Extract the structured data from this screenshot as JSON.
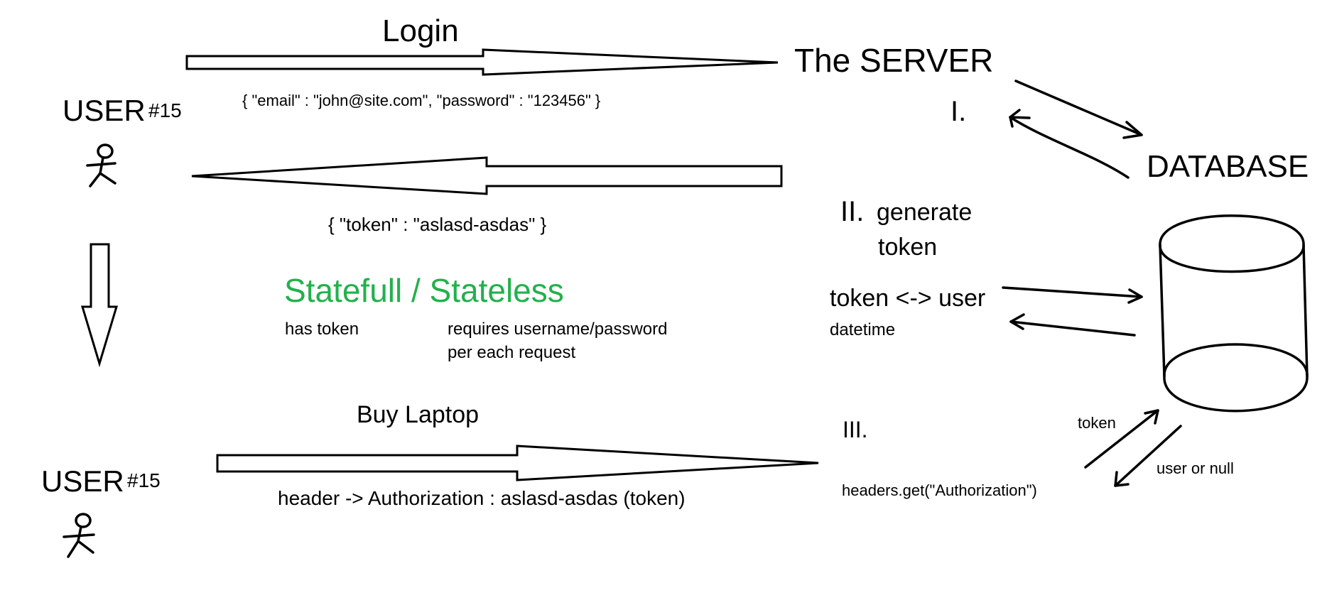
{
  "diagram": {
    "login_label": "Login",
    "server_label": "The SERVER",
    "user_top": {
      "name": "USER",
      "number": "#15"
    },
    "login_payload": "{ \"email\" : \"john@site.com\", \"password\" :  \"123456\" }",
    "token_payload": "{ \"token\" : \"aslasd-asdas\" }",
    "step_1": "I.",
    "database_label": "DATABASE",
    "step_2": "II.",
    "generate_token": [
      "generate",
      "token"
    ],
    "token_user_map": "token <-> user",
    "datetime_label": "datetime",
    "stateful_stateless": "Statefull / Stateless",
    "has_token": "has token",
    "requires_credentials": [
      "requires username/password",
      "per each request"
    ],
    "buy_laptop": "Buy Laptop",
    "step_3": "III.",
    "user_bottom": {
      "name": "USER",
      "number": "#15"
    },
    "auth_header": "header -> Authorization : aslasd-asdas (token)",
    "headers_get": "headers.get(\"Authorization\")",
    "token_small": "token",
    "user_or_null": "user  or null"
  },
  "colors": {
    "ink": "#000000",
    "accent_green": "#22b14c",
    "background": "#ffffff"
  }
}
